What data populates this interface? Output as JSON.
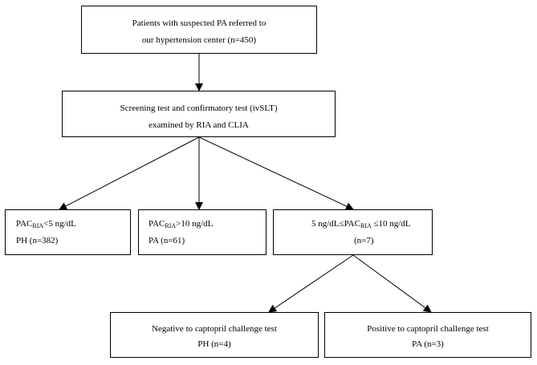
{
  "nodes": {
    "referral": {
      "line1": "Patients with suspected PA referred to",
      "line2": "our hypertension center (n=450)"
    },
    "screening": {
      "line1": "Screening test and confirmatory test (ivSLT)",
      "line2": "examined by RIA and CLIA"
    },
    "low": {
      "pac": "PAC",
      "sub": "RIA",
      "condition": "<5 ng/dL",
      "result": "PH (n=382)"
    },
    "high": {
      "pac": "PAC",
      "sub": "RIA",
      "condition": ">10 ng/dL",
      "result": "PA (n=61)"
    },
    "mid": {
      "prefix": "5 ng/dL≤PAC",
      "sub": "RIA",
      "condition": " ≤10 ng/dL",
      "result": "(n=7)"
    },
    "negative": {
      "line1": "Negative to captopril challenge test",
      "line2": "PH (n=4)"
    },
    "positive": {
      "line1": "Positive to captopril challenge test",
      "line2": "PA (n=3)"
    }
  }
}
